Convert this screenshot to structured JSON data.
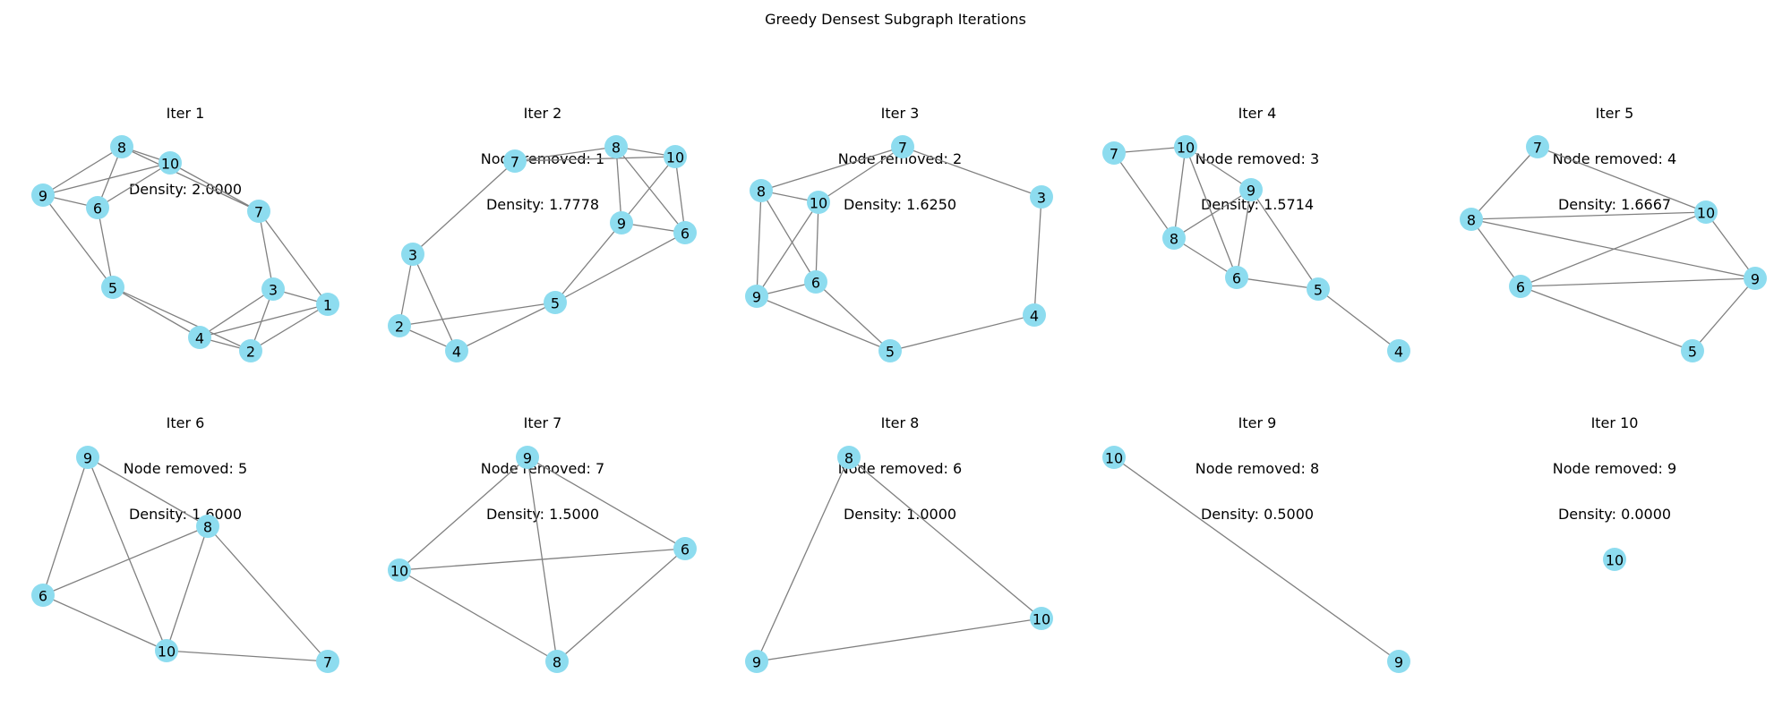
{
  "figure": {
    "title": "Greedy Densest Subgraph Iterations"
  },
  "style": {
    "node_color": "#8ddcef",
    "edge_color": "#808080"
  },
  "panels": [
    {
      "title": "Iter 1",
      "removed": "",
      "density": "Density: 2.0000",
      "nodes": [
        "1",
        "2",
        "3",
        "4",
        "5",
        "6",
        "7",
        "8",
        "9",
        "10"
      ],
      "edges": [
        [
          "8",
          "10"
        ],
        [
          "8",
          "7"
        ],
        [
          "8",
          "9"
        ],
        [
          "8",
          "6"
        ],
        [
          "10",
          "9"
        ],
        [
          "10",
          "6"
        ],
        [
          "10",
          "7"
        ],
        [
          "9",
          "6"
        ],
        [
          "9",
          "5"
        ],
        [
          "6",
          "5"
        ],
        [
          "7",
          "3"
        ],
        [
          "7",
          "1"
        ],
        [
          "5",
          "4"
        ],
        [
          "5",
          "2"
        ],
        [
          "3",
          "4"
        ],
        [
          "3",
          "2"
        ],
        [
          "3",
          "1"
        ],
        [
          "4",
          "2"
        ],
        [
          "4",
          "1"
        ],
        [
          "2",
          "1"
        ]
      ]
    },
    {
      "title": "Iter 2",
      "removed": "Node removed: 1",
      "density": "Density: 1.7778",
      "nodes": [
        "2",
        "3",
        "4",
        "5",
        "6",
        "7",
        "8",
        "9",
        "10"
      ],
      "edges": [
        [
          "7",
          "8"
        ],
        [
          "7",
          "10"
        ],
        [
          "7",
          "3"
        ],
        [
          "8",
          "10"
        ],
        [
          "8",
          "9"
        ],
        [
          "8",
          "6"
        ],
        [
          "10",
          "9"
        ],
        [
          "10",
          "6"
        ],
        [
          "9",
          "6"
        ],
        [
          "9",
          "5"
        ],
        [
          "6",
          "5"
        ],
        [
          "3",
          "2"
        ],
        [
          "3",
          "4"
        ],
        [
          "2",
          "4"
        ],
        [
          "2",
          "5"
        ],
        [
          "4",
          "5"
        ]
      ]
    },
    {
      "title": "Iter 3",
      "removed": "Node removed: 2",
      "density": "Density: 1.6250",
      "nodes": [
        "3",
        "4",
        "5",
        "6",
        "7",
        "8",
        "9",
        "10"
      ],
      "edges": [
        [
          "7",
          "8"
        ],
        [
          "7",
          "10"
        ],
        [
          "7",
          "3"
        ],
        [
          "8",
          "10"
        ],
        [
          "8",
          "9"
        ],
        [
          "8",
          "6"
        ],
        [
          "10",
          "9"
        ],
        [
          "10",
          "6"
        ],
        [
          "9",
          "6"
        ],
        [
          "9",
          "5"
        ],
        [
          "6",
          "5"
        ],
        [
          "3",
          "4"
        ],
        [
          "4",
          "5"
        ]
      ]
    },
    {
      "title": "Iter 4",
      "removed": "Node removed: 3",
      "density": "Density: 1.5714",
      "nodes": [
        "4",
        "5",
        "6",
        "7",
        "8",
        "9",
        "10"
      ],
      "edges": [
        [
          "7",
          "10"
        ],
        [
          "7",
          "8"
        ],
        [
          "10",
          "8"
        ],
        [
          "10",
          "9"
        ],
        [
          "10",
          "6"
        ],
        [
          "8",
          "9"
        ],
        [
          "8",
          "6"
        ],
        [
          "9",
          "6"
        ],
        [
          "9",
          "5"
        ],
        [
          "6",
          "5"
        ],
        [
          "5",
          "4"
        ]
      ]
    },
    {
      "title": "Iter 5",
      "removed": "Node removed: 4",
      "density": "Density: 1.6667",
      "nodes": [
        "5",
        "6",
        "7",
        "8",
        "9",
        "10"
      ],
      "edges": [
        [
          "7",
          "8"
        ],
        [
          "7",
          "10"
        ],
        [
          "8",
          "10"
        ],
        [
          "8",
          "9"
        ],
        [
          "8",
          "6"
        ],
        [
          "10",
          "6"
        ],
        [
          "10",
          "9"
        ],
        [
          "6",
          "9"
        ],
        [
          "6",
          "5"
        ],
        [
          "9",
          "5"
        ]
      ]
    },
    {
      "title": "Iter 6",
      "removed": "Node removed: 5",
      "density": "Density: 1.6000",
      "nodes": [
        "6",
        "7",
        "8",
        "9",
        "10"
      ],
      "edges": [
        [
          "9",
          "8"
        ],
        [
          "9",
          "6"
        ],
        [
          "9",
          "10"
        ],
        [
          "8",
          "6"
        ],
        [
          "8",
          "10"
        ],
        [
          "8",
          "7"
        ],
        [
          "6",
          "10"
        ],
        [
          "10",
          "7"
        ]
      ]
    },
    {
      "title": "Iter 7",
      "removed": "Node removed: 7",
      "density": "Density: 1.5000",
      "nodes": [
        "6",
        "8",
        "9",
        "10"
      ],
      "edges": [
        [
          "9",
          "10"
        ],
        [
          "9",
          "6"
        ],
        [
          "9",
          "8"
        ],
        [
          "10",
          "6"
        ],
        [
          "10",
          "8"
        ],
        [
          "6",
          "8"
        ]
      ]
    },
    {
      "title": "Iter 8",
      "removed": "Node removed: 6",
      "density": "Density: 1.0000",
      "nodes": [
        "8",
        "9",
        "10"
      ],
      "edges": [
        [
          "8",
          "9"
        ],
        [
          "8",
          "10"
        ],
        [
          "9",
          "10"
        ]
      ]
    },
    {
      "title": "Iter 9",
      "removed": "Node removed: 8",
      "density": "Density: 0.5000",
      "nodes": [
        "9",
        "10"
      ],
      "edges": [
        [
          "10",
          "9"
        ]
      ]
    },
    {
      "title": "Iter 10",
      "removed": "Node removed: 9",
      "density": "Density: 0.0000",
      "nodes": [
        "10"
      ],
      "edges": []
    }
  ]
}
